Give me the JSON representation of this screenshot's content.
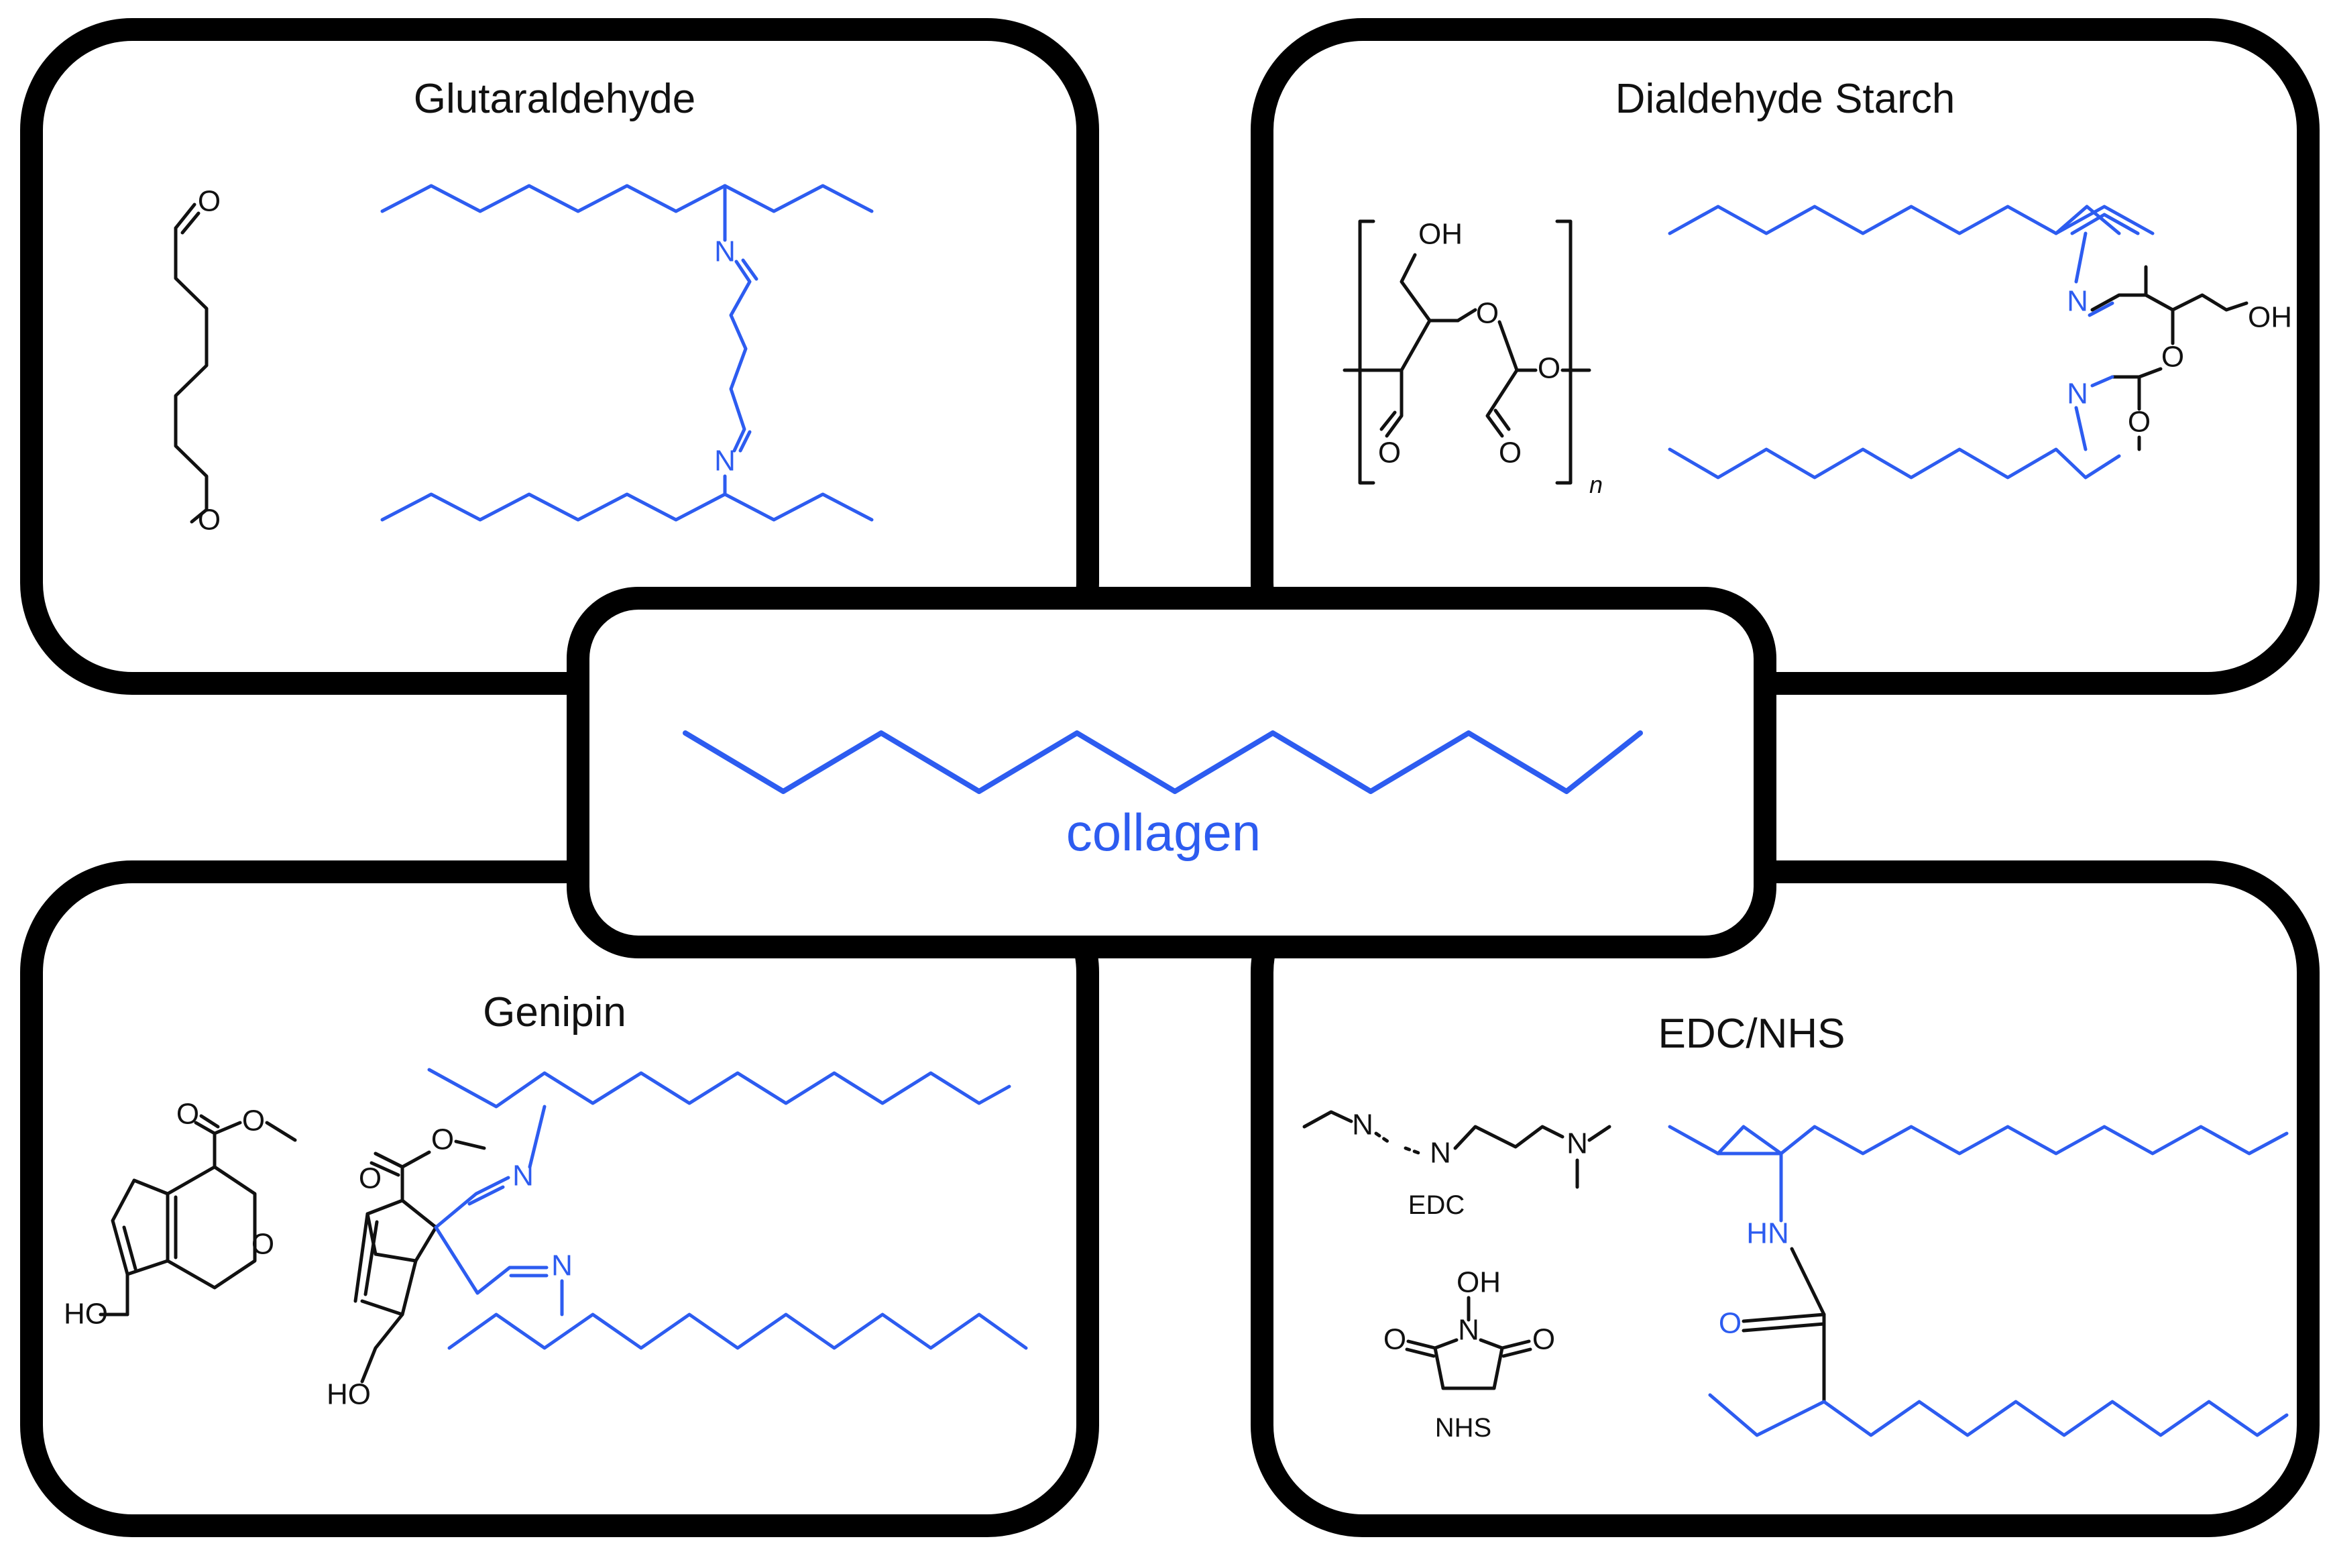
{
  "panels": {
    "top_left": {
      "title": "Glutaraldehyde"
    },
    "top_right": {
      "title": "Dialdehyde Starch",
      "subscript": "n"
    },
    "bottom_left": {
      "title": "Genipin"
    },
    "bottom_right": {
      "title": "EDC/NHS",
      "edc_label": "EDC",
      "nhs_label": "NHS"
    }
  },
  "center": {
    "label": "collagen"
  },
  "atoms": {
    "O": "O",
    "N": "N",
    "OH": "OH",
    "HO": "HO",
    "HN": "HN"
  },
  "colors": {
    "collagen": "#2d5cf0",
    "structure": "#111111",
    "frame": "#000000",
    "background": "#ffffff"
  }
}
